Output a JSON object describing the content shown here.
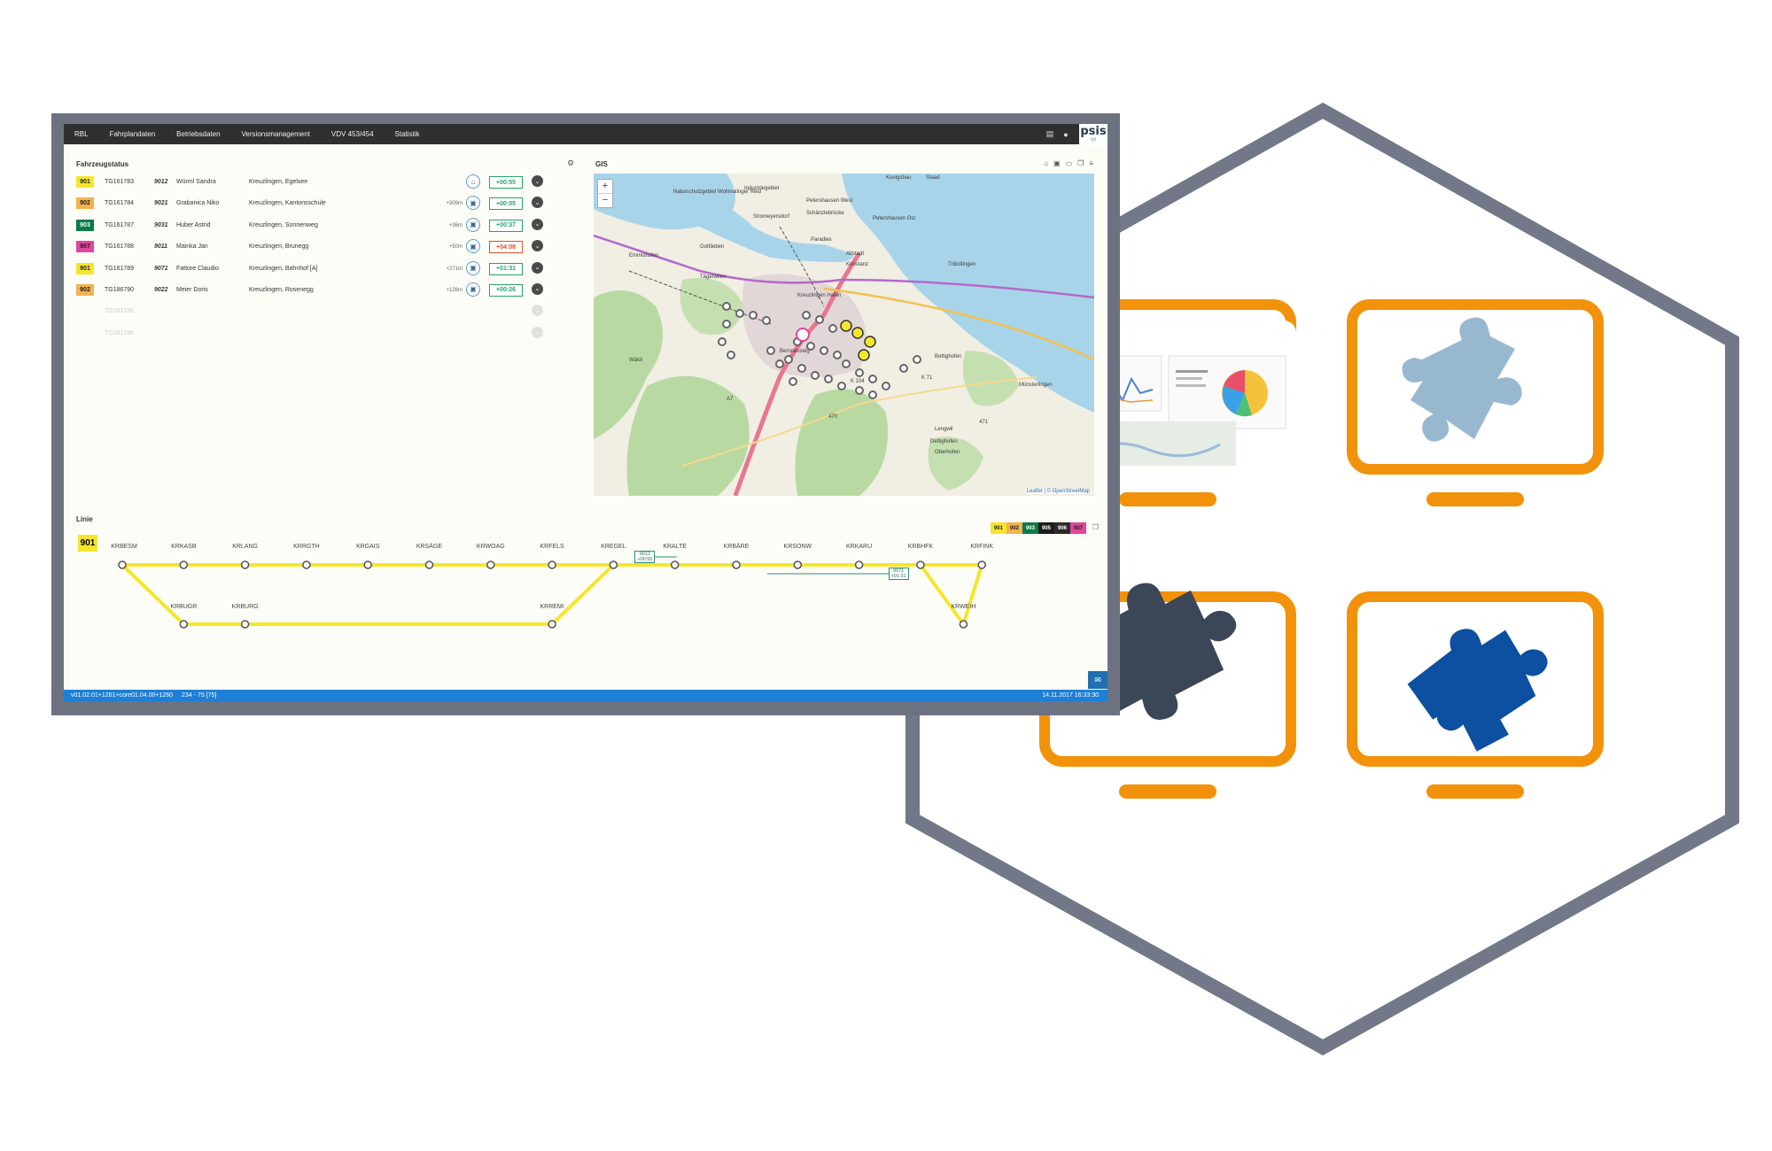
{
  "nav": {
    "items": [
      "RBL",
      "Fahrplandaten",
      "Betriebsdaten",
      "Versionsmanagement",
      "VDV 453/454",
      "Statistik"
    ],
    "logo": "psis",
    "logo_sub": "bd"
  },
  "vehicle_panel": {
    "title": "Fahrzeugstatus",
    "rows": [
      {
        "line": "901",
        "line_color": "#f5e62d",
        "id": "TG161783",
        "vehicle": "9012",
        "driver": "Würml Sandra",
        "stop": "Kreuzlingen, Egelsee",
        "distance": "",
        "delay": "+00:55",
        "status": "ok",
        "icon": "home-icon"
      },
      {
        "line": "902",
        "line_color": "#f2b24e",
        "id": "TG161784",
        "vehicle": "9021",
        "driver": "Grabanica Niko",
        "stop": "Kreuzlingen, Kantonsschule",
        "distance": "+309m",
        "delay": "+00:05",
        "status": "ok",
        "icon": "bus-icon"
      },
      {
        "line": "903",
        "line_color": "#0b7a49",
        "id": "TG161787",
        "vehicle": "9031",
        "driver": "Huber Astrid",
        "stop": "Kreuzlingen, Sonnenweg",
        "distance": "+36m",
        "delay": "+00:37",
        "status": "ok",
        "icon": "bus-icon"
      },
      {
        "line": "907",
        "line_color": "#e0469c",
        "id": "TG161788",
        "vehicle": "9011",
        "driver": "Mainka Jan",
        "stop": "Kreuzlingen, Brunegg",
        "distance": "+50m",
        "delay": "+04:08",
        "status": "late",
        "icon": "bus-icon"
      },
      {
        "line": "901",
        "line_color": "#f5e62d",
        "id": "TG161789",
        "vehicle": "9071",
        "driver": "Fattore Claudio",
        "stop": "Kreuzlingen, Bahnhof [A]",
        "distance": "+271m",
        "delay": "+01:31",
        "status": "ok",
        "icon": "bus-icon"
      },
      {
        "line": "902",
        "line_color": "#f2b24e",
        "id": "TG186790",
        "vehicle": "9022",
        "driver": "Meier Doris",
        "stop": "Kreuzlingen, Rosenegg",
        "distance": "+126m",
        "delay": "+00:26",
        "status": "ok",
        "icon": "bus-icon"
      }
    ],
    "inactive_rows": [
      "TG161785",
      "TG161786"
    ]
  },
  "map_panel": {
    "title": "GIS",
    "zoom_in": "+",
    "zoom_out": "−",
    "attribution": "Leaflet | © OpenStreetMap",
    "place_labels": [
      "Konigsbau",
      "Staad",
      "Industriegebiet",
      "Naturschutzgebiet Wollmatinger Ried",
      "Petershausen West",
      "Stromeyersdorf",
      "Schänzlebrücke",
      "Petershausen Ost",
      "Paradies",
      "Altstadt",
      "Gottlieben",
      "Konstanz",
      "Tägerwilen",
      "Emmishofen",
      "Bernrainzelg",
      "Bottighofen",
      "Lengwil",
      "Dettighofen",
      "Oberhofen",
      "Münsterlingen",
      "Wäldi",
      "Triboltingen",
      "Kreuzlingen Hafen",
      "A7",
      "K 71",
      "K 104",
      "470",
      "471"
    ]
  },
  "line_panel": {
    "title": "Linie",
    "line": "901",
    "line_color": "#f5e62d",
    "chips": [
      {
        "label": "901",
        "color": "#f5e62d"
      },
      {
        "label": "902",
        "color": "#f2b24e"
      },
      {
        "label": "903",
        "color": "#0b7a49"
      },
      {
        "label": "905",
        "color": "#1b1b1b"
      },
      {
        "label": "906",
        "color": "#2b2b2b"
      },
      {
        "label": "907",
        "color": "#e0469c"
      }
    ],
    "top_stations": [
      "KRBESM",
      "KRKASB",
      "KRLANG",
      "KRRGTH",
      "KRGAIS",
      "KRSÄGE",
      "KRWOAG",
      "KRFELS",
      "KREGEL",
      "KRALTE",
      "KRBÄRE",
      "KRSONW",
      "KRKARU",
      "KRBHFK",
      "KRFINK"
    ],
    "bottom_stations": [
      "KRBUGR",
      "KRBURG",
      "KRREMI",
      "KRWEIH"
    ],
    "vehicle_tags": [
      {
        "vehicle": "9012",
        "delay": "+00:55"
      },
      {
        "vehicle": "9071",
        "delay": "+01:31"
      }
    ]
  },
  "status_bar": {
    "version": "v01.02.01+1261+core01.04.00+1260",
    "revision": "234 - 75 [75]",
    "datetime": "14.11.2017 16:33:30"
  },
  "illustration": {
    "hexagon_color": "#727888",
    "monitor_color": "#f2920a",
    "puzzle_colors": [
      "#98b8cf",
      "#3b4656",
      "#0d4fa0"
    ]
  }
}
